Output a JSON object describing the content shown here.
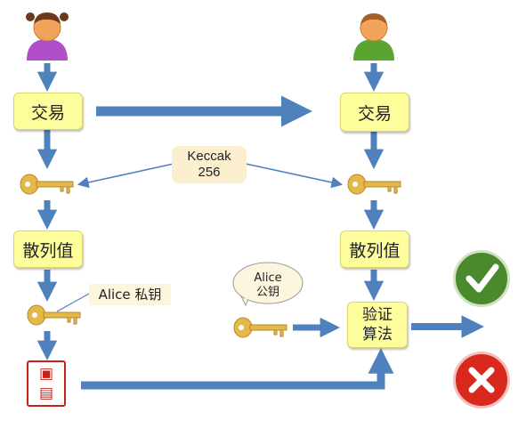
{
  "nodes": {
    "left_transaction": "交易",
    "left_hash": "散列值",
    "right_transaction": "交易",
    "right_hash": "散列值",
    "verify_algorithm_line1": "验证",
    "verify_algorithm_line2": "算法"
  },
  "labels": {
    "keccak_line1": "Keccak",
    "keccak_line2": "256",
    "alice_private_key": "Alice 私钥",
    "alice_public_key_line1": "Alice",
    "alice_public_key_line2": "公钥"
  },
  "icons": {
    "sender": "person-icon",
    "receiver": "person-icon",
    "hash_key": "key-icon",
    "private_key": "key-icon",
    "public_key": "key-icon",
    "signature": "red-seal-stamp-icon",
    "valid": "green-checkmark-icon",
    "invalid": "red-cross-icon"
  },
  "colors": {
    "box_fill": "#fdfd9c",
    "arrow": "#4f81bd",
    "key": "#e5b84a",
    "sender_shirt": "#b04fc8",
    "receiver_shirt": "#5aa532",
    "valid": "#4a8a2c",
    "invalid": "#d9281d",
    "seal": "#c8211a"
  }
}
